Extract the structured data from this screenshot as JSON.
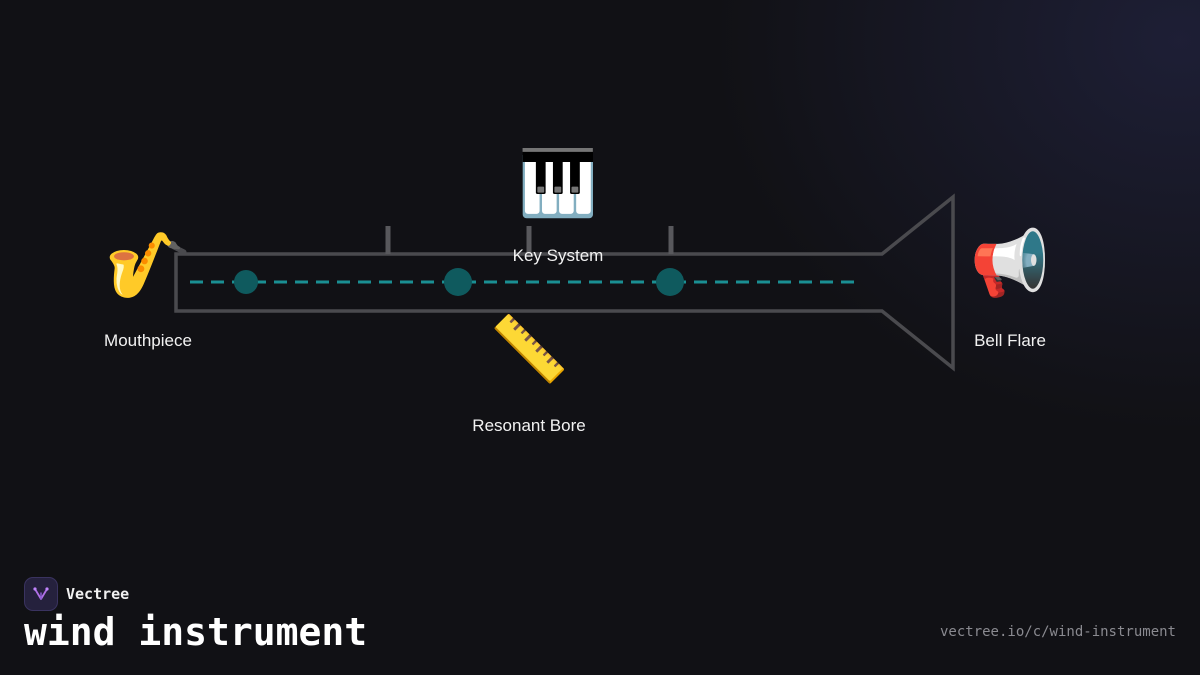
{
  "diagram": {
    "nodes": [
      {
        "id": "mouthpiece",
        "label": "Mouthpiece",
        "icon": "saxophone-icon",
        "glyph": "🎷"
      },
      {
        "id": "key-system",
        "label": "Key System",
        "icon": "piano-keys-icon",
        "glyph": "🎹"
      },
      {
        "id": "resonant-bore",
        "label": "Resonant Bore",
        "icon": "ruler-icon",
        "glyph": "📏"
      },
      {
        "id": "bell-flare",
        "label": "Bell Flare",
        "icon": "megaphone-icon",
        "glyph": "📢"
      }
    ],
    "colors": {
      "outline": "#4a4a4e",
      "airflow": "#1a8f93",
      "node_dot": "#0f5a5e"
    }
  },
  "brand": {
    "name": "Vectree",
    "icon": "vectree-logo-icon"
  },
  "footer": {
    "title": "wind instrument",
    "url": "vectree.io/c/wind-instrument"
  }
}
